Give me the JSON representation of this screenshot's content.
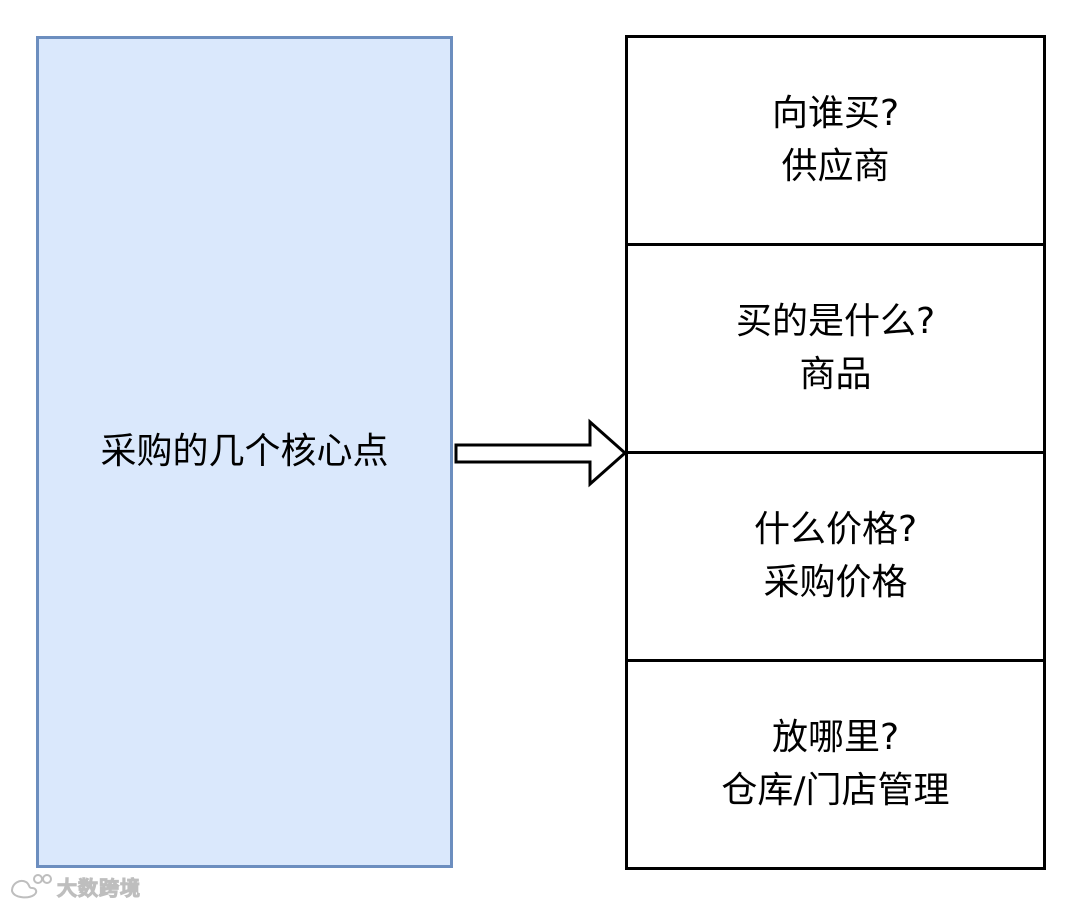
{
  "main": {
    "label": "采购的几个核心点",
    "fill": "#dae8fc",
    "border": "#6c8ebf"
  },
  "arrow": {
    "icon": "block-arrow-right-icon",
    "stroke": "#000000",
    "fill": "#ffffff"
  },
  "points": [
    {
      "question": "向谁买?",
      "answer": "供应商"
    },
    {
      "question": "买的是什么?",
      "answer": "商品"
    },
    {
      "question": "什么价格?",
      "answer": "采购价格"
    },
    {
      "question": "放哪里?",
      "answer": "仓库/门店管理"
    }
  ],
  "watermark": {
    "text": "大数跨境",
    "icon": "weibo-style-logo-icon"
  }
}
